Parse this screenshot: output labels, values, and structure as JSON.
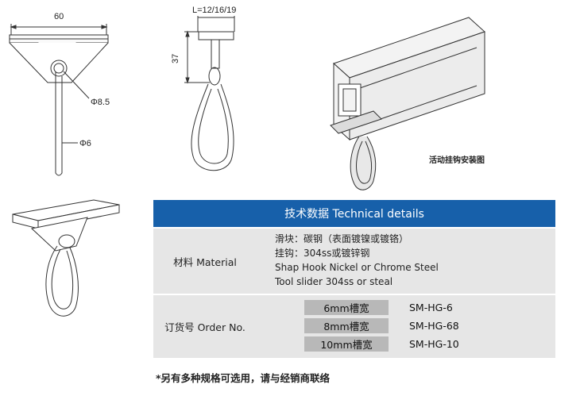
{
  "drawings": {
    "top_view": {
      "width_dim": "60",
      "eye_dia": "Φ8.5",
      "rod_dia": "Φ6"
    },
    "side_view": {
      "length_dim": "L=12/16/19",
      "height_dim": "37"
    },
    "install": {
      "caption": "活动挂钩安装图"
    }
  },
  "table": {
    "header": "技术数据 Technical details",
    "material": {
      "label": "材料 Material",
      "lines": [
        "滑块：碳钢（表面镀镍或镀铬）",
        "挂钩：304ss或镀锌钢",
        "Shap Hook Nickel or Chrome Steel",
        "Tool slider 304ss or steal"
      ]
    },
    "order": {
      "label": "订货号 Order No.",
      "items": [
        {
          "slot": "6mm槽宽",
          "code": "SM-HG-6"
        },
        {
          "slot": "8mm槽宽",
          "code": "SM-HG-68"
        },
        {
          "slot": "10mm槽宽",
          "code": "SM-HG-10"
        }
      ]
    }
  },
  "footnote": "*另有多种规格可选用，请与经销商联络"
}
